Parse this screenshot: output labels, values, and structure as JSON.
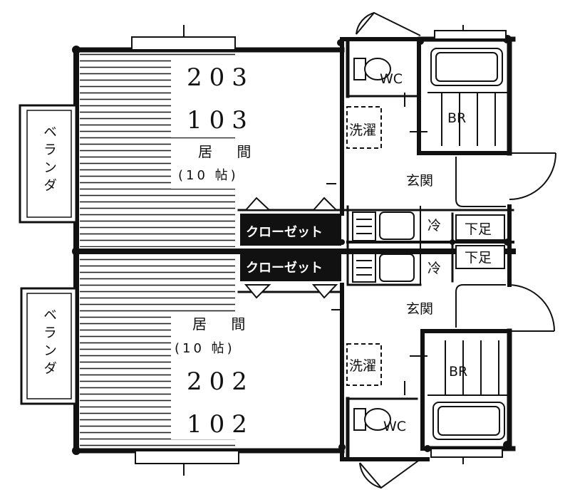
{
  "upper_unit": {
    "room_numbers": [
      "203",
      "103"
    ],
    "living_label": "居 間",
    "living_size": "(10 帖)",
    "veranda": "ベランダ",
    "closet": "クローゼット",
    "entrance": "玄関",
    "washer": "洗濯",
    "toilet": "WC",
    "bath": "BR",
    "fridge": "冷",
    "shoe_box": "下足"
  },
  "lower_unit": {
    "room_numbers": [
      "202",
      "102"
    ],
    "living_label": "居 間",
    "living_size": "(10 帖)",
    "veranda": "ベランダ",
    "closet": "クローゼット",
    "entrance": "玄関",
    "washer": "洗濯",
    "toilet": "WC",
    "bath": "BR",
    "fridge": "冷",
    "shoe_box": "下足"
  }
}
